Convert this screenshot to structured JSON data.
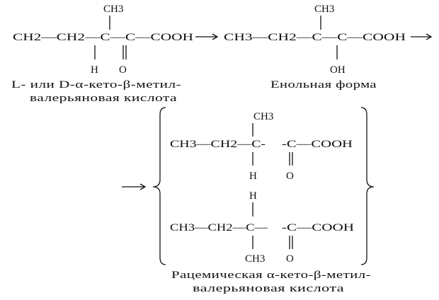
{
  "molecule_keto": {
    "ch3": "CH3",
    "chain": "CH2—CH2—C—C—COOH",
    "h": "H",
    "o": "O"
  },
  "molecule_enol": {
    "ch3": "CH3",
    "chain": "CH3—CH2—C—C—COOH",
    "oh": "OH"
  },
  "captions": {
    "keto_line1": "L- или D-α-кето-β-метил-",
    "keto_line2": "валерьяновая кислота",
    "enol": "Енольная форма",
    "racemic_line1": "Рацемическая α-кето-β-метил-",
    "racemic_line2": "валерьяновая кислота"
  },
  "racemate_top": {
    "ch3": "CH3",
    "chain_left": "CH3—CH2—C-",
    "chain_right": "-C—COOH",
    "h": "H",
    "o": "O"
  },
  "racemate_bottom": {
    "h": "H",
    "chain_left": "CH3—CH2—C—",
    "chain_right": "-C—COOH",
    "ch3": "CH3",
    "o": "O"
  }
}
